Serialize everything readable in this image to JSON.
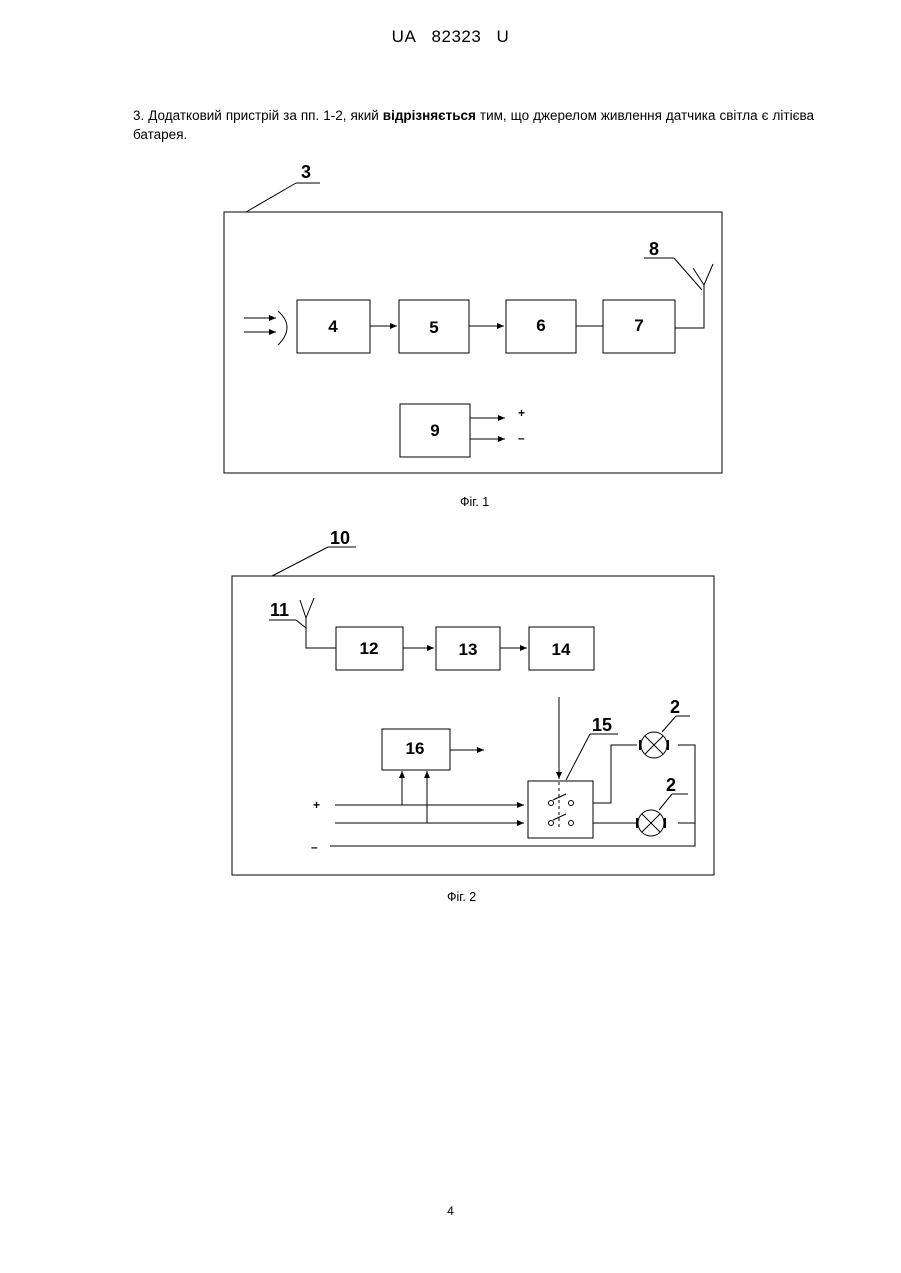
{
  "header": {
    "country": "UA",
    "number": "82323",
    "kind": "U"
  },
  "claim": {
    "before": "3. Додатковий пристрій за пп. 1-2, який ",
    "bold": "відрізняється",
    "after": " тим, що джерелом живлення датчика світла є літієва батарея."
  },
  "figure1": {
    "caption": "Фіг. 1",
    "labels": {
      "device": "3",
      "antenna": "8"
    },
    "blocks": [
      "4",
      "5",
      "6",
      "7",
      "9"
    ],
    "plus": "+",
    "minus": "–"
  },
  "figure2": {
    "caption": "Фіг. 2",
    "labels": {
      "device": "10",
      "antenna": "11",
      "switch": "15",
      "lamp_top": "2",
      "lamp_bottom": "2"
    },
    "blocks": [
      "12",
      "13",
      "14",
      "16"
    ],
    "plus": "+",
    "minus": "–"
  },
  "page_number": "4"
}
